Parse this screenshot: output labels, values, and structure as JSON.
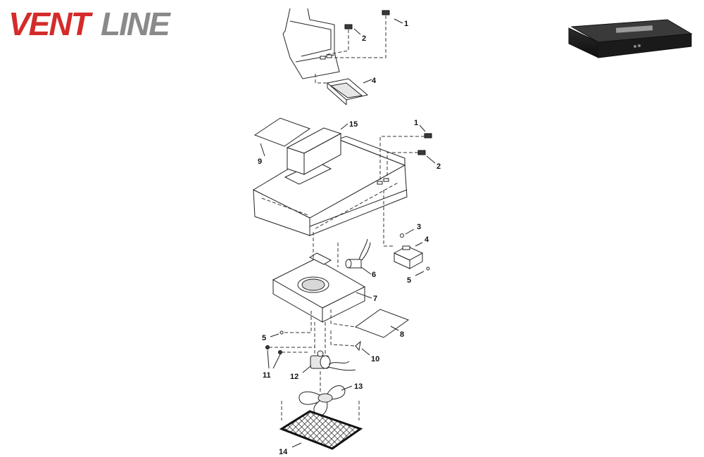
{
  "brand": {
    "part1": "VENT",
    "part2": "LINE",
    "color_vent": "#d42b2b",
    "color_line": "#8a8a8a"
  },
  "callouts": {
    "top_1": "1",
    "top_2": "2",
    "top_4": "4",
    "mid_1": "1",
    "mid_2": "2",
    "c15": "15",
    "c9": "9",
    "c3": "3",
    "c4": "4",
    "c5a": "5",
    "c6": "6",
    "c7": "7",
    "c8": "8",
    "c5b": "5",
    "c10": "10",
    "c11": "11",
    "c12": "12",
    "c13": "13",
    "c14": "14"
  },
  "product_photo": {
    "icon": "range-hood-photo",
    "finish_color": "#1c1c1c"
  }
}
